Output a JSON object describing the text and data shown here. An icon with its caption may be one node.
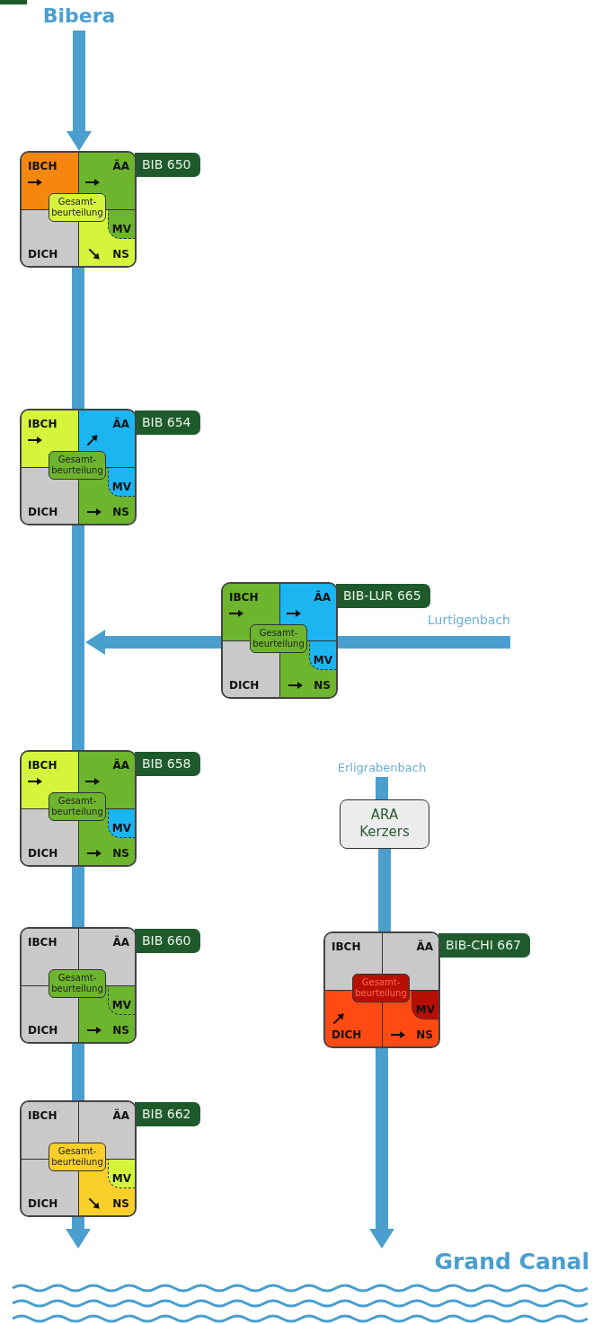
{
  "diagram": {
    "nodes": [
      {
        "text": [
          "Bibera"
        ]
      },
      {
        "text": [],
        "shape": "box",
        "beside": [
          "BIB 650"
        ]
      },
      {
        "text": [
          "IBCH"
        ],
        "in": 1
      },
      {
        "text": [
          "ÄA"
        ],
        "in": 1
      },
      {
        "text": [
          "Gesamt- beurteilung"
        ],
        "in": 1
      },
      {
        "text": [
          "MV"
        ],
        "in": 1
      },
      {
        "text": [
          "DICH"
        ],
        "in": 1
      },
      {
        "text": [
          "NS"
        ],
        "in": 1
      },
      {
        "text": [],
        "shape": "box",
        "beside": [
          "BIB 654"
        ]
      },
      {
        "text": [
          "IBCH"
        ],
        "in": 8
      },
      {
        "text": [
          "ÄA"
        ],
        "in": 8
      },
      {
        "text": [
          "Gesamt- beurteilung"
        ],
        "in": 8
      },
      {
        "text": [
          "MV"
        ],
        "in": 8
      },
      {
        "text": [
          "DICH"
        ],
        "in": 8
      },
      {
        "text": [
          "NS"
        ],
        "in": 8
      },
      {
        "text": [],
        "shape": "box",
        "beside": [
          "BIB-LUR 665"
        ]
      },
      {
        "text": [
          "IBCH"
        ],
        "in": 15
      },
      {
        "text": [
          "ÄA"
        ],
        "in": 15
      },
      {
        "text": [
          "Gesamt- beurteilung"
        ],
        "in": 15
      },
      {
        "text": [
          "MV"
        ],
        "in": 15
      },
      {
        "text": [
          "DICH"
        ],
        "in": 15
      },
      {
        "text": [
          "NS"
        ],
        "in": 15
      },
      {
        "text": [],
        "shape": "box",
        "beside": [
          "BIB 658"
        ]
      },
      {
        "text": [
          "IBCH"
        ],
        "in": 22
      },
      {
        "text": [
          "ÄA"
        ],
        "in": 22
      },
      {
        "text": [
          "Gesamt- beurteilung"
        ],
        "in": 22
      },
      {
        "text": [
          "MV"
        ],
        "in": 22
      },
      {
        "text": [
          "DICH"
        ],
        "in": 22
      },
      {
        "text": [
          "NS"
        ],
        "in": 22
      },
      {
        "text": [
          "Erligrabenbach"
        ]
      },
      {
        "text": [
          "ARA Kerzers"
        ]
      },
      {
        "text": [],
        "shape": "box",
        "beside": [
          "BIB 660"
        ]
      },
      {
        "text": [
          "IBCH"
        ],
        "in": 31
      },
      {
        "text": [
          "ÄA"
        ],
        "in": 31
      },
      {
        "text": [
          "Gesamt- beurteilung"
        ],
        "in": 31
      },
      {
        "text": [
          "MV"
        ],
        "in": 31
      },
      {
        "text": [
          "DICH"
        ],
        "in": 31
      },
      {
        "text": [
          "NS"
        ],
        "in": 31
      },
      {
        "text": [],
        "shape": "box",
        "beside": [
          "BIB-CHI 667"
        ]
      },
      {
        "text": [
          "IBCH"
        ],
        "in": 38
      },
      {
        "text": [
          "ÄA"
        ],
        "in": 38
      },
      {
        "text": [
          "Gesamt- beurteilung"
        ],
        "in": 38
      },
      {
        "text": [
          "MV"
        ],
        "in": 38
      },
      {
        "text": [
          "DICH"
        ],
        "in": 38
      },
      {
        "text": [
          "NS"
        ],
        "in": 38
      },
      {
        "text": [],
        "shape": "box",
        "beside": [
          "BIB 662"
        ]
      },
      {
        "text": [
          "IBCH"
        ],
        "in": 45
      },
      {
        "text": [
          "ÄA"
        ],
        "in": 45
      },
      {
        "text": [
          "Gesamt- beurteilung"
        ],
        "in": 45
      },
      {
        "text": [
          "MV"
        ],
        "in": 45
      },
      {
        "text": [
          "DICH"
        ],
        "in": 45
      },
      {
        "text": [
          "NS"
        ],
        "in": 45
      },
      {
        "text": [
          "Grand Canal"
        ]
      }
    ],
    "edges": [
      {
        "from": 0,
        "to": 1,
        "arrow": "to"
      },
      {
        "from": 1,
        "to": 8,
        "arrow": "none"
      },
      {
        "from": 8,
        "to": 22,
        "arrow": "none"
      },
      {
        "from": null,
        "to": 15,
        "arrow": "none"
      },
      {
        "from": 15,
        "to": null,
        "arrow": "to"
      },
      {
        "from": 22,
        "to": 31,
        "arrow": "none"
      },
      {
        "from": 31,
        "to": 45,
        "arrow": "none"
      },
      {
        "from": 45,
        "to": 52,
        "arrow": "to"
      },
      {
        "from": 29,
        "to": 30,
        "arrow": "none"
      },
      {
        "from": 30,
        "to": 38,
        "arrow": "none"
      },
      {
        "from": 38,
        "to": 52,
        "arrow": "to"
      }
    ],
    "labels": [
      "Lurtigenbach"
    ]
  }
}
